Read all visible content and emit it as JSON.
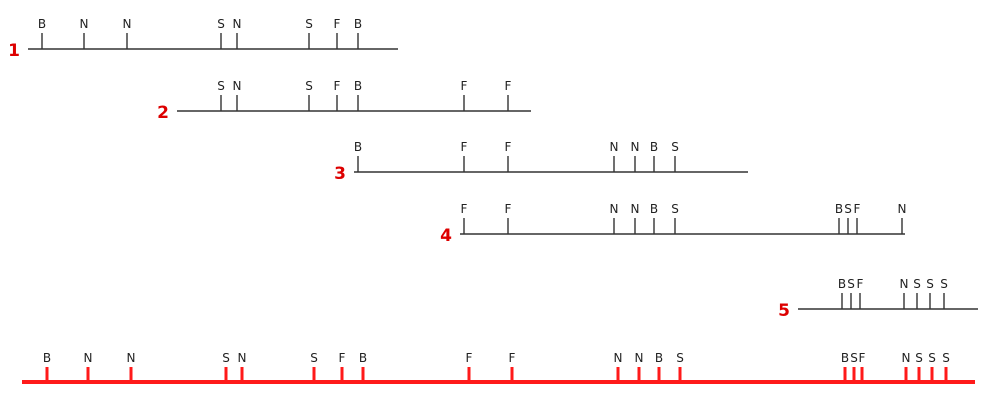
{
  "colors": {
    "fragment_line": "#333333",
    "consensus_line": "#ff1a1a",
    "number_label": "#dd0000",
    "letter": "#222222"
  },
  "fragments": [
    {
      "number": "1",
      "start": 28,
      "end": 398,
      "sites": [
        {
          "label": "B",
          "pos": 42
        },
        {
          "label": "N",
          "pos": 84
        },
        {
          "label": "N",
          "pos": 127
        },
        {
          "label": "S",
          "pos": 221
        },
        {
          "label": "N",
          "pos": 237
        },
        {
          "label": "S",
          "pos": 309
        },
        {
          "label": "F",
          "pos": 337
        },
        {
          "label": "B",
          "pos": 358
        }
      ]
    },
    {
      "number": "2",
      "start": 177,
      "end": 531,
      "sites": [
        {
          "label": "S",
          "pos": 221
        },
        {
          "label": "N",
          "pos": 237
        },
        {
          "label": "S",
          "pos": 309
        },
        {
          "label": "F",
          "pos": 337
        },
        {
          "label": "B",
          "pos": 358
        },
        {
          "label": "F",
          "pos": 464
        },
        {
          "label": "F",
          "pos": 508
        }
      ]
    },
    {
      "number": "3",
      "start": 354,
      "end": 748,
      "sites": [
        {
          "label": "B",
          "pos": 358
        },
        {
          "label": "F",
          "pos": 464
        },
        {
          "label": "F",
          "pos": 508
        },
        {
          "label": "N",
          "pos": 614
        },
        {
          "label": "N",
          "pos": 635
        },
        {
          "label": "B",
          "pos": 654
        },
        {
          "label": "S",
          "pos": 675
        }
      ]
    },
    {
      "number": "4",
      "start": 460,
      "end": 905,
      "sites": [
        {
          "label": "F",
          "pos": 464
        },
        {
          "label": "F",
          "pos": 508
        },
        {
          "label": "N",
          "pos": 614
        },
        {
          "label": "N",
          "pos": 635
        },
        {
          "label": "B",
          "pos": 654
        },
        {
          "label": "S",
          "pos": 675
        },
        {
          "label": "B",
          "pos": 839
        },
        {
          "label": "S",
          "pos": 848
        },
        {
          "label": "F",
          "pos": 857
        },
        {
          "label": "N",
          "pos": 902
        }
      ]
    },
    {
      "number": "5",
      "start": 798,
      "end": 978,
      "sites": [
        {
          "label": "B",
          "pos": 842
        },
        {
          "label": "S",
          "pos": 851
        },
        {
          "label": "F",
          "pos": 860
        },
        {
          "label": "N",
          "pos": 904
        },
        {
          "label": "S",
          "pos": 917
        },
        {
          "label": "S",
          "pos": 930
        },
        {
          "label": "S",
          "pos": 944
        }
      ]
    }
  ],
  "consensus": {
    "start": 22,
    "end": 975,
    "sites": [
      {
        "label": "B",
        "pos": 47
      },
      {
        "label": "N",
        "pos": 88
      },
      {
        "label": "N",
        "pos": 131
      },
      {
        "label": "S",
        "pos": 226
      },
      {
        "label": "N",
        "pos": 242
      },
      {
        "label": "S",
        "pos": 314
      },
      {
        "label": "F",
        "pos": 342
      },
      {
        "label": "B",
        "pos": 363
      },
      {
        "label": "F",
        "pos": 469
      },
      {
        "label": "F",
        "pos": 512
      },
      {
        "label": "N",
        "pos": 618
      },
      {
        "label": "N",
        "pos": 639
      },
      {
        "label": "B",
        "pos": 659
      },
      {
        "label": "S",
        "pos": 680
      },
      {
        "label": "B",
        "pos": 845
      },
      {
        "label": "S",
        "pos": 854
      },
      {
        "label": "F",
        "pos": 862
      },
      {
        "label": "N",
        "pos": 906
      },
      {
        "label": "S",
        "pos": 919
      },
      {
        "label": "S",
        "pos": 932
      },
      {
        "label": "S",
        "pos": 946
      }
    ]
  }
}
